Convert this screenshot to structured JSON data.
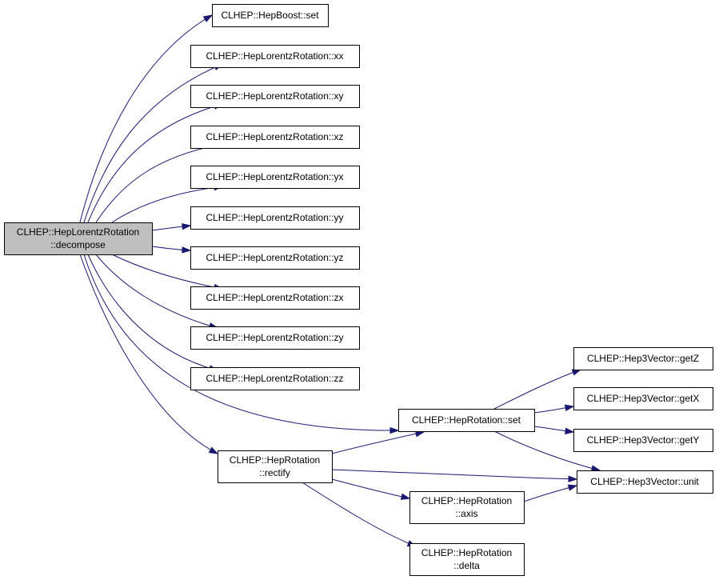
{
  "graph": {
    "edge_color": "#191970",
    "root_fill": "#bfbfbf",
    "nodes": {
      "decompose": {
        "lines": [
          "CLHEP::HepLorentzRotation",
          "::decompose"
        ],
        "root": true
      },
      "boost_set": {
        "lines": [
          "CLHEP::HepBoost::set"
        ]
      },
      "xx": {
        "lines": [
          "CLHEP::HepLorentzRotation::xx"
        ]
      },
      "xy": {
        "lines": [
          "CLHEP::HepLorentzRotation::xy"
        ]
      },
      "xz": {
        "lines": [
          "CLHEP::HepLorentzRotation::xz"
        ]
      },
      "yx": {
        "lines": [
          "CLHEP::HepLorentzRotation::yx"
        ]
      },
      "yy": {
        "lines": [
          "CLHEP::HepLorentzRotation::yy"
        ]
      },
      "yz": {
        "lines": [
          "CLHEP::HepLorentzRotation::yz"
        ]
      },
      "zx": {
        "lines": [
          "CLHEP::HepLorentzRotation::zx"
        ]
      },
      "zy": {
        "lines": [
          "CLHEP::HepLorentzRotation::zy"
        ]
      },
      "zz": {
        "lines": [
          "CLHEP::HepLorentzRotation::zz"
        ]
      },
      "rot_set": {
        "lines": [
          "CLHEP::HepRotation::set"
        ]
      },
      "rectify": {
        "lines": [
          "CLHEP::HepRotation",
          "::rectify"
        ]
      },
      "getZ": {
        "lines": [
          "CLHEP::Hep3Vector::getZ"
        ]
      },
      "getX": {
        "lines": [
          "CLHEP::Hep3Vector::getX"
        ]
      },
      "getY": {
        "lines": [
          "CLHEP::Hep3Vector::getY"
        ]
      },
      "unit": {
        "lines": [
          "CLHEP::Hep3Vector::unit"
        ]
      },
      "axis": {
        "lines": [
          "CLHEP::HepRotation",
          "::axis"
        ]
      },
      "delta": {
        "lines": [
          "CLHEP::HepRotation",
          "::delta"
        ]
      }
    },
    "edges": [
      [
        "decompose",
        "boost_set"
      ],
      [
        "decompose",
        "xx"
      ],
      [
        "decompose",
        "xy"
      ],
      [
        "decompose",
        "xz"
      ],
      [
        "decompose",
        "yx"
      ],
      [
        "decompose",
        "yy"
      ],
      [
        "decompose",
        "yz"
      ],
      [
        "decompose",
        "zx"
      ],
      [
        "decompose",
        "zy"
      ],
      [
        "decompose",
        "zz"
      ],
      [
        "decompose",
        "rot_set"
      ],
      [
        "decompose",
        "rectify"
      ],
      [
        "rot_set",
        "getZ"
      ],
      [
        "rot_set",
        "getX"
      ],
      [
        "rot_set",
        "getY"
      ],
      [
        "rot_set",
        "unit"
      ],
      [
        "rectify",
        "rot_set"
      ],
      [
        "rectify",
        "unit"
      ],
      [
        "rectify",
        "axis"
      ],
      [
        "rectify",
        "delta"
      ],
      [
        "axis",
        "unit"
      ]
    ]
  }
}
